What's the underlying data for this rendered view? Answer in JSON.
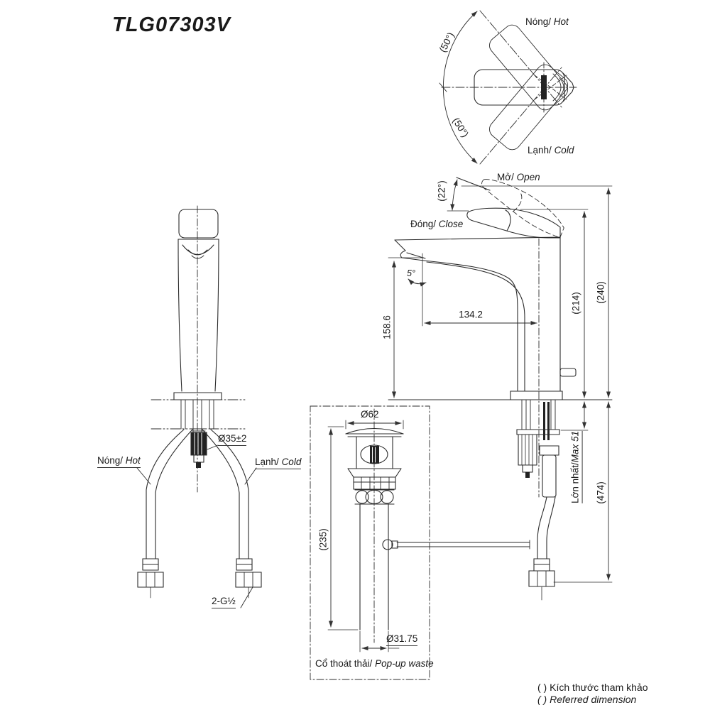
{
  "title": "TLG07303V",
  "top_view": {
    "hot_vi": "Nóng/",
    "hot_en": "Hot",
    "cold_vi": "Lạnh/",
    "cold_en": "Cold",
    "angle_upper": "(50°)",
    "angle_lower": "(50°)"
  },
  "side_view": {
    "open_vi": "Mở/",
    "open_en": "Open",
    "close_vi": "Đóng/",
    "close_en": "Close",
    "handle_angle": "(22°)",
    "spout_angle": "5°",
    "spout_height": "158.6",
    "spout_reach": "134.2",
    "height_closed": "(214)",
    "height_open": "(240)",
    "max_counter_vi": "Lớn nhất/",
    "max_counter_en": "Max 51",
    "under_counter": "(474)"
  },
  "front_view": {
    "hot_vi": "Nóng/",
    "hot_en": "Hot",
    "cold_vi": "Lạnh/",
    "cold_en": "Cold",
    "hole_dim": "Ø35±2",
    "thread_dim": "2-G½"
  },
  "popup_waste": {
    "cap_dim": "Ø62",
    "length_dim": "(235)",
    "pipe_dim": "Ø31.75",
    "caption_vi": "Cổ thoát thải/",
    "caption_en": "Pop-up waste"
  },
  "footnote": {
    "note_vi": "( ) Kích thước tham khảo",
    "note_en": "( ) Referred dimension"
  },
  "colors": {
    "line": "#2b2b2b",
    "thin_line": "#3a3a3a",
    "text": "#1a1a1a",
    "background": "#ffffff"
  }
}
